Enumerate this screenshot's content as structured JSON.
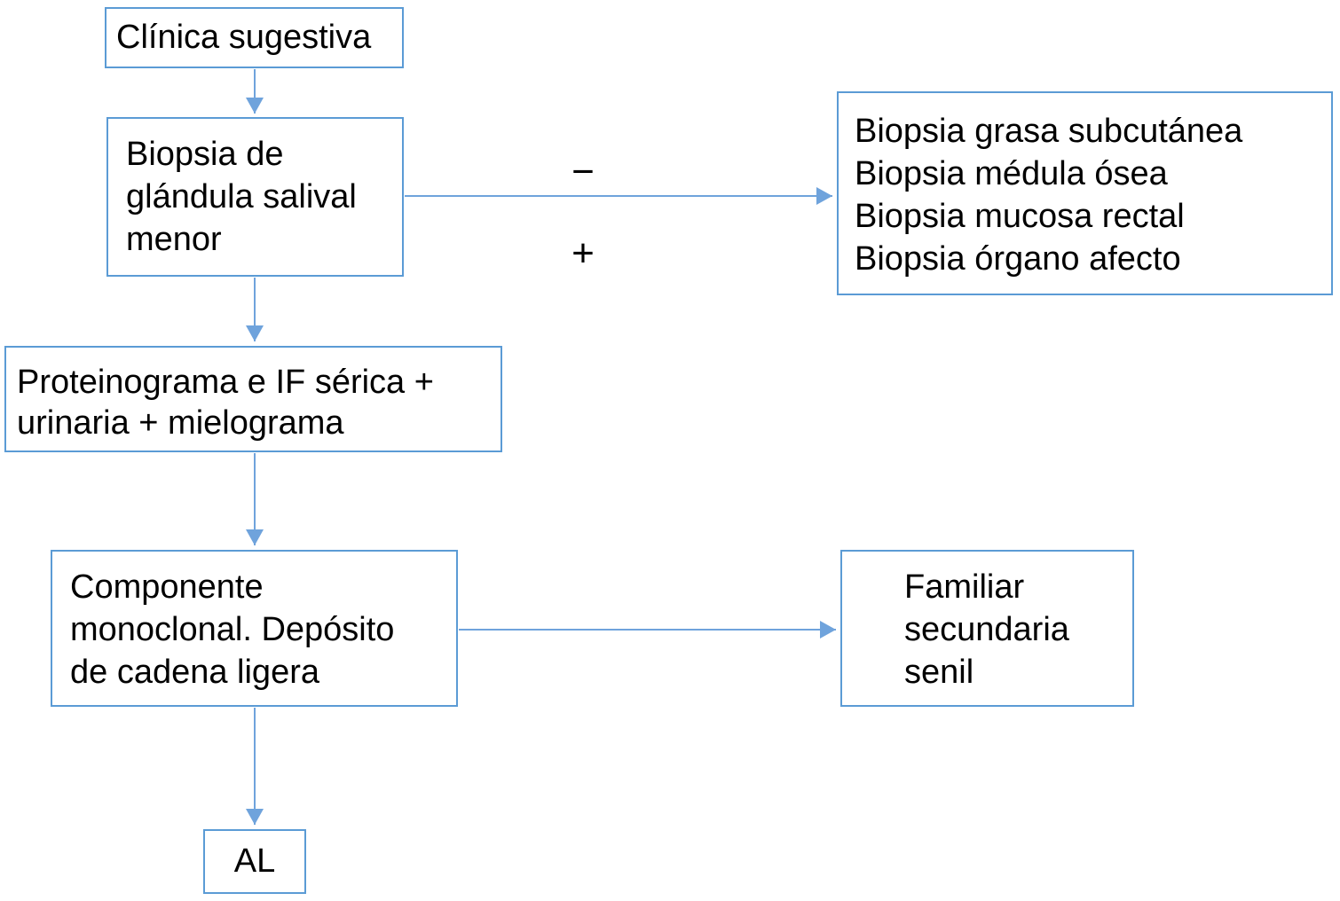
{
  "title": "Diagnostic flowchart for amyloidosis (Spanish)",
  "colors": {
    "box_border": "#5b9bd5",
    "arrow": "#6fa3dc",
    "text": "#000000",
    "background": "#ffffff"
  },
  "nodes": {
    "clinica_sugestiva": {
      "label": "Clínica sugestiva"
    },
    "biopsia_glandula": {
      "lines": [
        "Biopsia de",
        "glándula salival",
        "menor"
      ]
    },
    "biopsias_alternativas": {
      "lines": [
        "Biopsia grasa subcutánea",
        "Biopsia médula ósea",
        "Biopsia mucosa rectal",
        "Biopsia órgano afecto"
      ]
    },
    "proteinograma": {
      "lines": [
        "Proteinograma e IF sérica +",
        "urinaria + mielograma"
      ]
    },
    "componente_monoclonal": {
      "lines": [
        "Componente",
        "monoclonal. Depósito",
        "de cadena ligera"
      ]
    },
    "familiar_secundaria": {
      "lines": [
        "Familiar",
        "secundaria",
        "senil"
      ]
    },
    "al": {
      "label": "AL"
    }
  },
  "edge_labels": {
    "negative": "−",
    "positive": "+"
  }
}
